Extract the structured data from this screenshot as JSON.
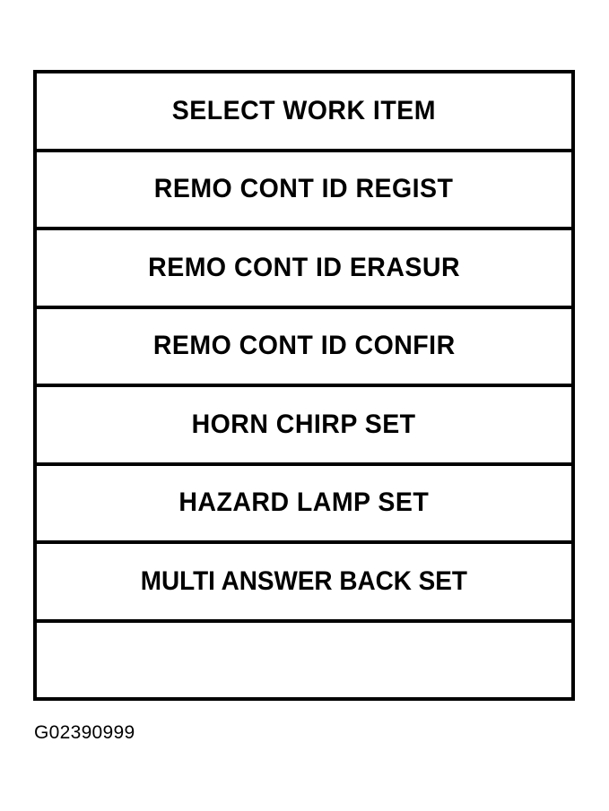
{
  "figure": {
    "caption": "G02390999",
    "background_color": "#ffffff",
    "line_color": "#000000",
    "text_color": "#000000"
  },
  "menu": {
    "title": "SELECT WORK ITEM",
    "rows": [
      {
        "label": "SELECT WORK ITEM",
        "kind": "header"
      },
      {
        "label": "REMO CONT ID REGIST",
        "kind": "item"
      },
      {
        "label": "REMO CONT ID ERASUR",
        "kind": "item"
      },
      {
        "label": "REMO CONT ID CONFIR",
        "kind": "item"
      },
      {
        "label": "HORN CHIRP SET",
        "kind": "item"
      },
      {
        "label": "HAZARD LAMP SET",
        "kind": "item"
      },
      {
        "label": "MULTI ANSWER BACK SET",
        "kind": "item"
      },
      {
        "label": "",
        "kind": "blank"
      }
    ]
  }
}
